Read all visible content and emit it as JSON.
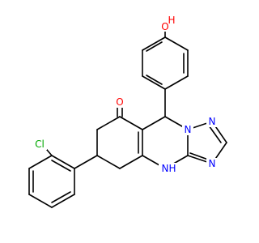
{
  "colors": {
    "bond": "#000000",
    "oxygen": "#ff0000",
    "nitrogen": "#0000ff",
    "chlorine": "#00a800",
    "background": "#ffffff"
  },
  "labels": {
    "hydroxyl_o": "O",
    "hydroxyl_h": "H",
    "ketone_o": "O",
    "chlorine": "Cl",
    "n1": "N",
    "n2": "N",
    "n3": "N",
    "amine_n": "N",
    "amine_h": "H"
  }
}
